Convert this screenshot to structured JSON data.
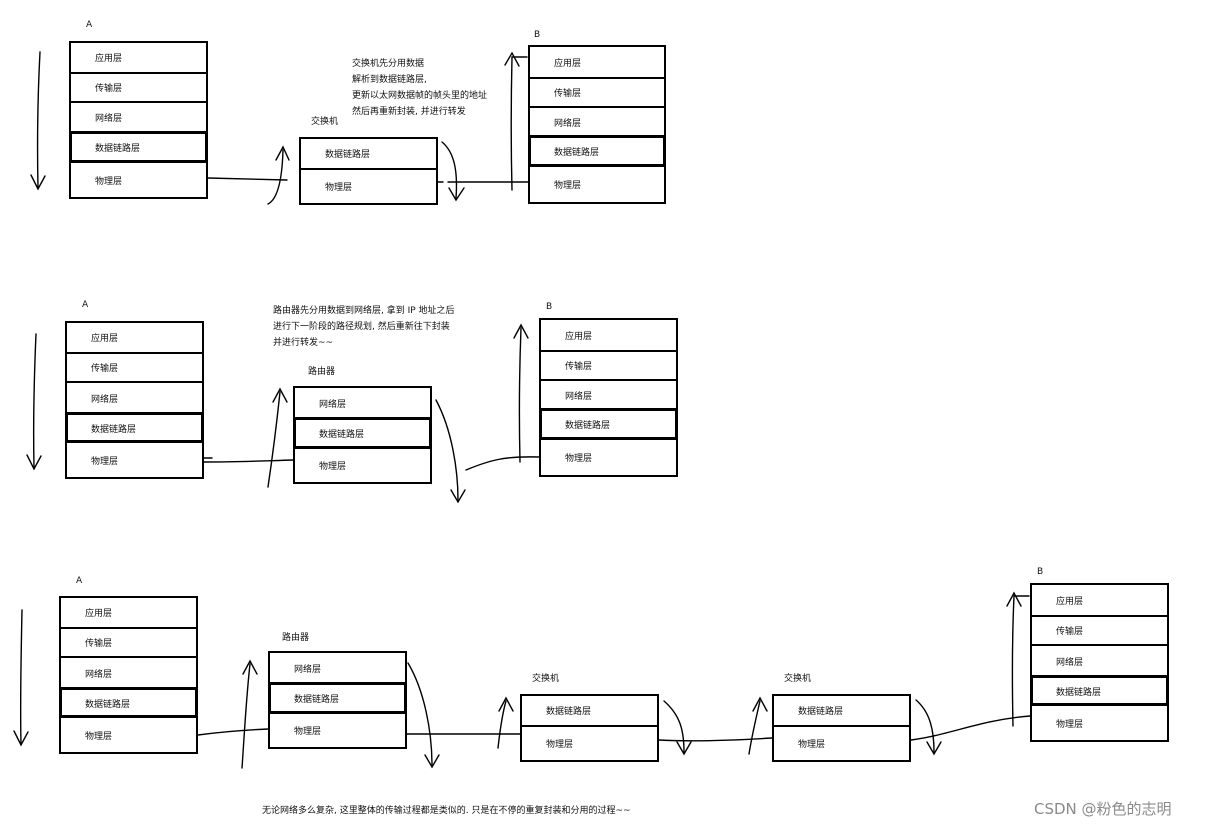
{
  "layers": {
    "app": "应用层",
    "transport": "传输层",
    "network": "网络层",
    "datalink": "数据链路层",
    "physical": "物理层"
  },
  "labels": {
    "host_a": "A",
    "host_b": "B",
    "switch": "交换机",
    "router": "路由器"
  },
  "notes": {
    "switch": [
      "交换机先分用数据",
      "解析到数据链路层,",
      "更新以太网数据帧的帧头里的地址",
      "然后再重新封装, 并进行转发"
    ],
    "router": [
      "路由器先分用数据到网络层, 拿到 IP 地址之后",
      "进行下一阶段的路径规划, 然后重新往下封装",
      "并进行转发~~"
    ],
    "summary": "无论网络多么复杂, 这里整体的传输过程都是类似的. 只是在不停的重复封装和分用的过程~~"
  },
  "watermark": "CSDN @粉色的志明"
}
